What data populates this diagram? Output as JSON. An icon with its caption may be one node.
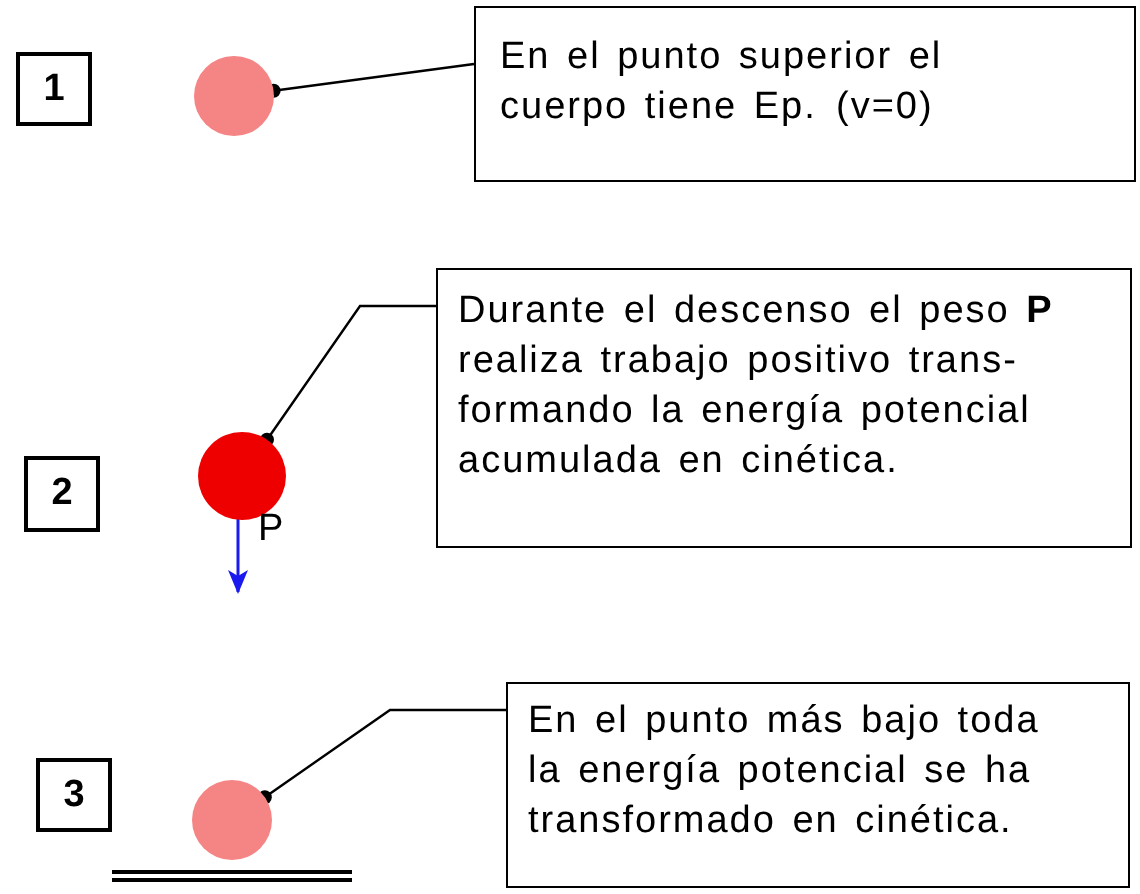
{
  "diagram": {
    "nodes": [
      {
        "text": [
          "1"
        ]
      },
      {
        "text": [],
        "shape": "circle"
      },
      {
        "text": [
          "En el punto superior el cuerpo tiene Ep.",
          "(v=0)"
        ]
      },
      {
        "text": [
          "2"
        ]
      },
      {
        "text": [],
        "shape": "circle"
      },
      {
        "text": [
          "Durante el descenso el peso **P** realiza trabajo positivo trans- formando la energía potencial acumulada en cinética."
        ]
      },
      {
        "text": [
          "3"
        ]
      },
      {
        "text": [],
        "shape": "circle"
      },
      {
        "text": [
          "En el punto más bajo toda la energía potencial se ha transformado en cinética."
        ]
      }
    ],
    "edges": [
      {
        "from": 2,
        "to": 1,
        "arrow": "other"
      },
      {
        "from": 5,
        "to": 4,
        "arrow": "other"
      },
      {
        "from": 8,
        "to": 7,
        "arrow": "other"
      }
    ],
    "labels": [
      "P"
    ]
  }
}
